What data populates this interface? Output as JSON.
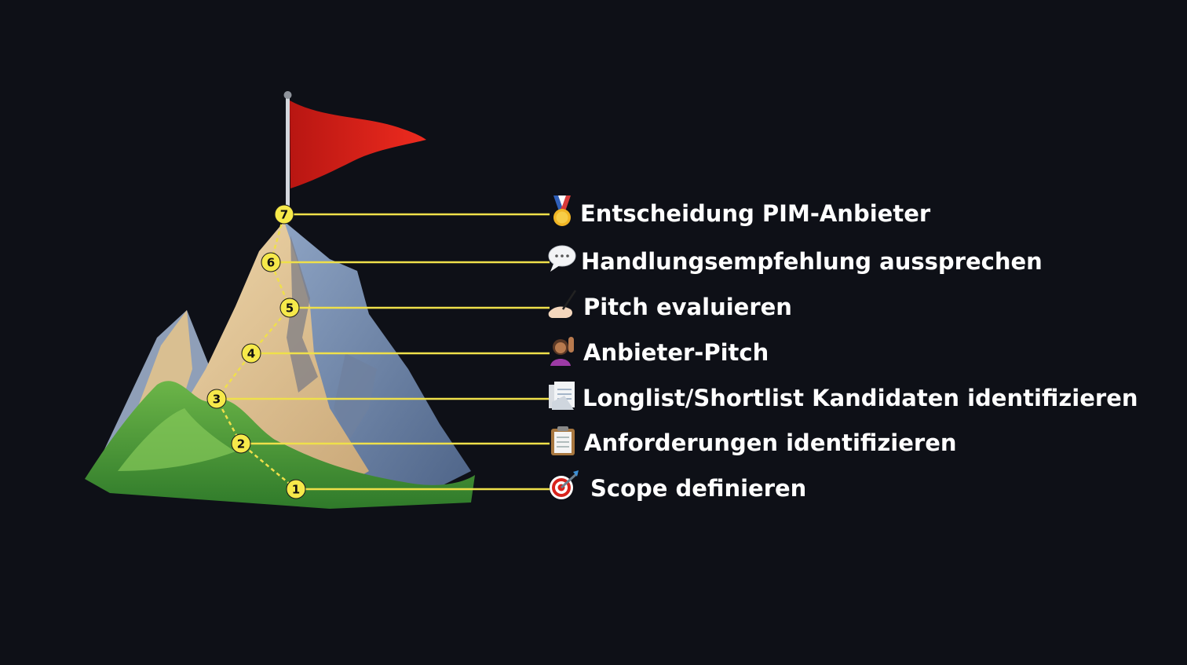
{
  "colors": {
    "background": "#0e1017",
    "marker": "#f6e94a",
    "connector": "#efe04a",
    "label": "#ffffff",
    "flag": "#d8221a"
  },
  "steps": [
    {
      "number": "1",
      "label": "Scope definieren",
      "icon": "target-icon"
    },
    {
      "number": "2",
      "label": "Anforderungen identifizieren",
      "icon": "clipboard-icon"
    },
    {
      "number": "3",
      "label": "Longlist/Shortlist Kandidaten identifizieren",
      "icon": "documents-icon"
    },
    {
      "number": "4",
      "label": "Anbieter-Pitch",
      "icon": "raising-hand-person-icon"
    },
    {
      "number": "5",
      "label": "Pitch evaluieren",
      "icon": "writing-hand-icon"
    },
    {
      "number": "6",
      "label": "Handlungsempfehlung aussprechen",
      "icon": "speech-bubble-icon"
    },
    {
      "number": "7",
      "label": "Entscheidung PIM-Anbieter",
      "icon": "medal-icon"
    }
  ]
}
